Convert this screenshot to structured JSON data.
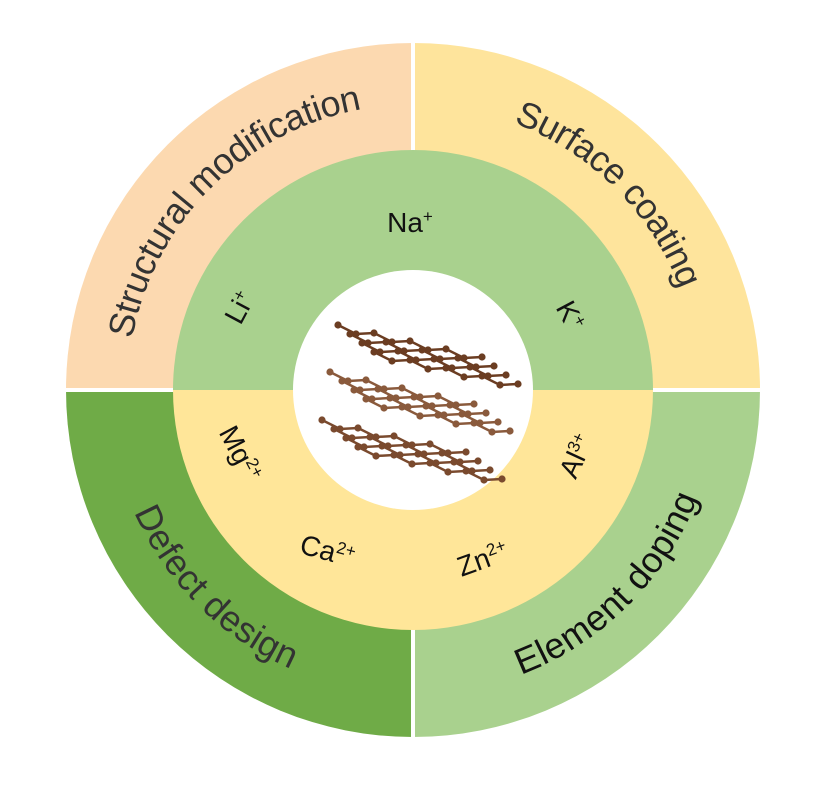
{
  "outer_segments": {
    "top_left": {
      "label": "Structural modification",
      "color": "#FCD9B0"
    },
    "top_right": {
      "label": "Surface coating",
      "color": "#FEE49C"
    },
    "bottom_left": {
      "label": "Defect design",
      "color": "#6FAB47"
    },
    "bottom_right": {
      "label": "Element doping",
      "color": "#A9D18E"
    }
  },
  "inner_ring": {
    "top_color": "#A9D18E",
    "bottom_color": "#FFE699",
    "monovalent": [
      {
        "symbol": "Li",
        "charge": "+"
      },
      {
        "symbol": "Na",
        "charge": "+"
      },
      {
        "symbol": "K",
        "charge": "+"
      }
    ],
    "multivalent": [
      {
        "symbol": "Mg",
        "charge": "2+"
      },
      {
        "symbol": "Ca",
        "charge": "2+"
      },
      {
        "symbol": "Zn",
        "charge": "2+"
      },
      {
        "symbol": "Al",
        "charge": "3+"
      }
    ]
  },
  "center": {
    "icon": "graphite-layers-icon",
    "atom_color": "#7A4A2E"
  }
}
